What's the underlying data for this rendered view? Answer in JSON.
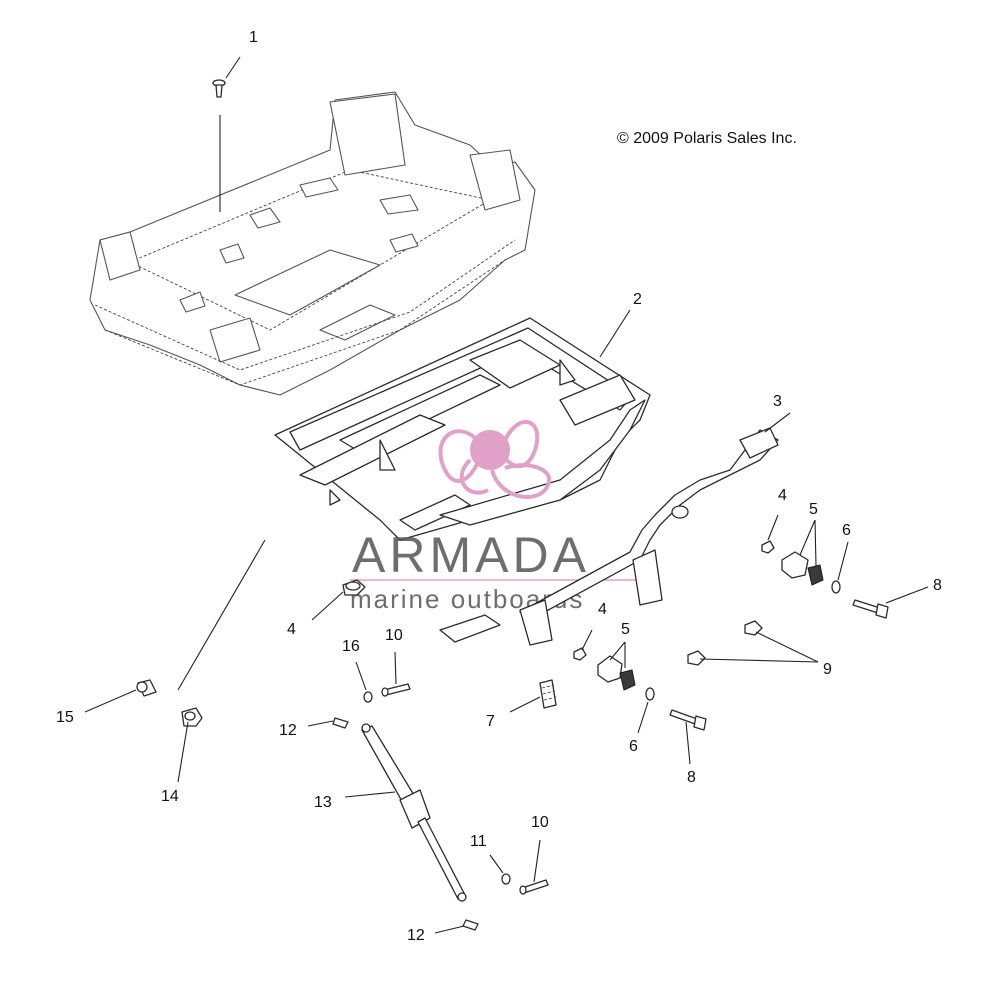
{
  "copyright": "© 2009 Polaris Sales Inc.",
  "watermark": {
    "brand": "ARMADA",
    "tagline": "marine outboards",
    "logo_color": "#e0a0c8",
    "text_color": "#555555"
  },
  "callouts": [
    {
      "id": "c1",
      "label": "1"
    },
    {
      "id": "c2",
      "label": "2"
    },
    {
      "id": "c3",
      "label": "3"
    },
    {
      "id": "c4a",
      "label": "4"
    },
    {
      "id": "c4b",
      "label": "4"
    },
    {
      "id": "c4c",
      "label": "4"
    },
    {
      "id": "c5a",
      "label": "5"
    },
    {
      "id": "c5b",
      "label": "5"
    },
    {
      "id": "c6a",
      "label": "6"
    },
    {
      "id": "c6b",
      "label": "6"
    },
    {
      "id": "c7",
      "label": "7"
    },
    {
      "id": "c8a",
      "label": "8"
    },
    {
      "id": "c8b",
      "label": "8"
    },
    {
      "id": "c9",
      "label": "9"
    },
    {
      "id": "c10a",
      "label": "10"
    },
    {
      "id": "c10b",
      "label": "10"
    },
    {
      "id": "c11",
      "label": "11"
    },
    {
      "id": "c12a",
      "label": "12"
    },
    {
      "id": "c12b",
      "label": "12"
    },
    {
      "id": "c13",
      "label": "13"
    },
    {
      "id": "c14",
      "label": "14"
    },
    {
      "id": "c15",
      "label": "15"
    },
    {
      "id": "c16",
      "label": "16"
    }
  ]
}
